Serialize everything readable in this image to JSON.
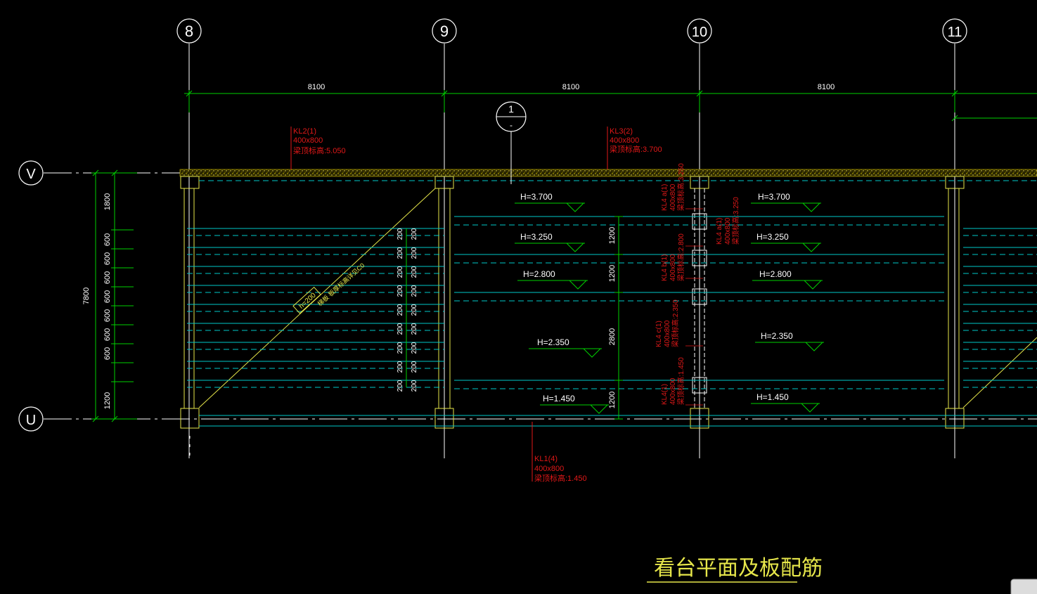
{
  "colors": {
    "background": "#000000",
    "white": "#ffffff",
    "green": "#00d000",
    "cyan": "#00c8c8",
    "yellow": "#e6e64a",
    "red": "#e01818",
    "hatch": "#d8c400"
  },
  "axes": {
    "vertical": [
      {
        "label": "8"
      },
      {
        "label": "9"
      },
      {
        "label": "10"
      },
      {
        "label": "11"
      }
    ],
    "horizontal": [
      {
        "label": "V"
      },
      {
        "label": "U"
      }
    ]
  },
  "dims": {
    "span1": "8100",
    "span2": "8100",
    "span3": "8100",
    "total_left": "7800",
    "left_stack": [
      "1800",
      "600",
      "600",
      "600",
      "600",
      "600",
      "600",
      "600",
      "1200"
    ],
    "stair_steps": [
      "200",
      "200",
      "200",
      "200",
      "200",
      "200",
      "200",
      "200",
      "200"
    ],
    "mid_col": [
      "1200",
      "1200",
      "2800",
      "1200"
    ]
  },
  "section_marker": {
    "number": "1",
    "sheet": "-"
  },
  "beams": {
    "kl2": {
      "name": "KL2(1)",
      "size": "400x800",
      "level": "梁顶标高:5.050"
    },
    "kl3": {
      "name": "KL3(2)",
      "size": "400x800",
      "level": "梁顶标高:3.700"
    },
    "kl1": {
      "name": "KL1(4)",
      "size": "400x800",
      "level": "梁顶标高:1.450"
    },
    "kl4a1": {
      "name": "KL4 a(1)",
      "size": "400x800",
      "level": "梁顶标高:3.250"
    },
    "kl4b1": {
      "name": "KL4 b(1)",
      "size": "400x800",
      "level": "梁顶标高:2.800"
    },
    "kl4a2": {
      "name": "KL4 a(1)",
      "size": "400x800",
      "level": "梁顶标高:3.250"
    },
    "kl4c1": {
      "name": "KL4 c(1)",
      "size": "400x800",
      "level": "梁顶标高:2.350"
    },
    "kl4d1": {
      "name": "KL4(1)",
      "size": "400x800",
      "level": "梁顶标高:1.450"
    }
  },
  "levels": {
    "left": [
      "H=3.700",
      "H=3.250",
      "H=2.800",
      "H=2.350",
      "H=1.450"
    ],
    "right": [
      "H=3.700",
      "H=3.250",
      "H=2.800",
      "H=2.350",
      "H=1.450"
    ]
  },
  "stair_note": {
    "h": "h=200",
    "text": "梯板 板厚标高详见C0"
  },
  "title": "看台平面及板配筋"
}
